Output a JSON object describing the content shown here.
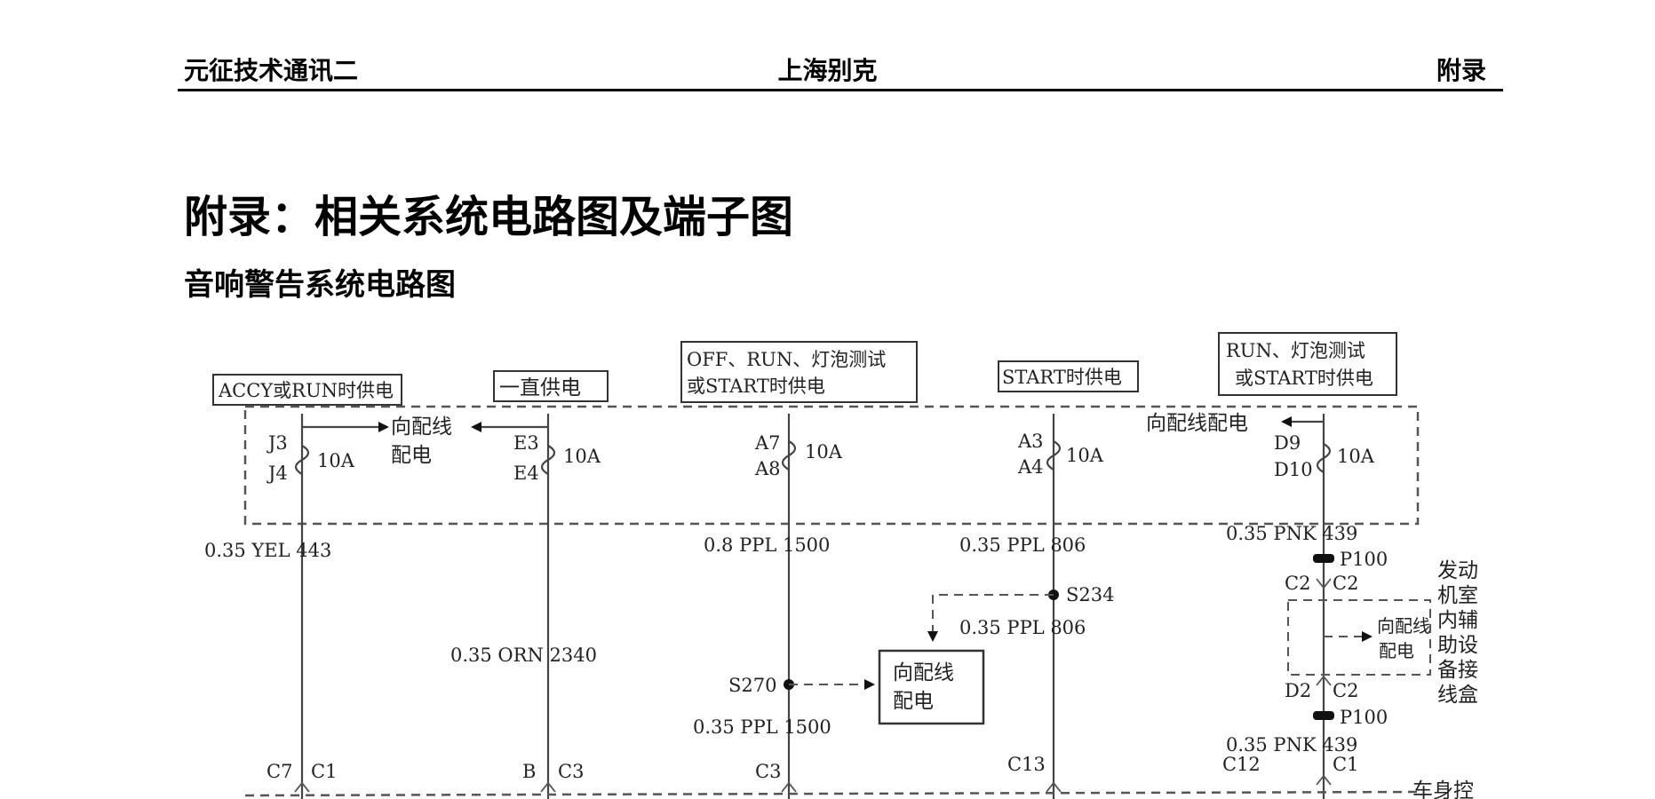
{
  "header": {
    "left": "元征技术通讯二",
    "center": "上海别克",
    "right": "附录"
  },
  "title": "附录：相关系统电路图及端子图",
  "subtitle": "音响警告系统电路图",
  "diagram": {
    "power_labels": [
      "ACCY或RUN时供电",
      "一直供电",
      "OFF、RUN、灯泡测试",
      "或START时供电",
      "START时供电",
      "RUN、灯泡测试",
      "或START时供电"
    ],
    "distribution_labels": [
      "向配线",
      "配电",
      "向配线配电",
      "向配线",
      "配电",
      "向配线",
      "配电"
    ],
    "fuses": [
      {
        "top": "J3",
        "bottom": "J4",
        "rating": "10A"
      },
      {
        "top": "E3",
        "bottom": "E4",
        "rating": "10A"
      },
      {
        "top": "A7",
        "bottom": "A8",
        "rating": "10A"
      },
      {
        "top": "A3",
        "bottom": "A4",
        "rating": "10A"
      },
      {
        "top": "D9",
        "bottom": "D10",
        "rating": "10A"
      }
    ],
    "wires": [
      "0.35 YEL 443",
      "0.35 ORN 2340",
      "0.8 PPL 1500",
      "0.35 PPL 1500",
      "0.35 PPL 806",
      "0.35 PPL 806",
      "0.35 PNK 439",
      "0.35 PNK 439"
    ],
    "splices": [
      "S234",
      "S270"
    ],
    "connectors": [
      "P100",
      "P100",
      "C2",
      "C2",
      "D2",
      "C2",
      "C12",
      "C1",
      "C7",
      "C1",
      "B",
      "C3",
      "C3",
      "C13"
    ],
    "engine_box_label": [
      "发动",
      "机室",
      "内辅",
      "助设",
      "备接",
      "线盒"
    ],
    "body_label": "车身控"
  }
}
